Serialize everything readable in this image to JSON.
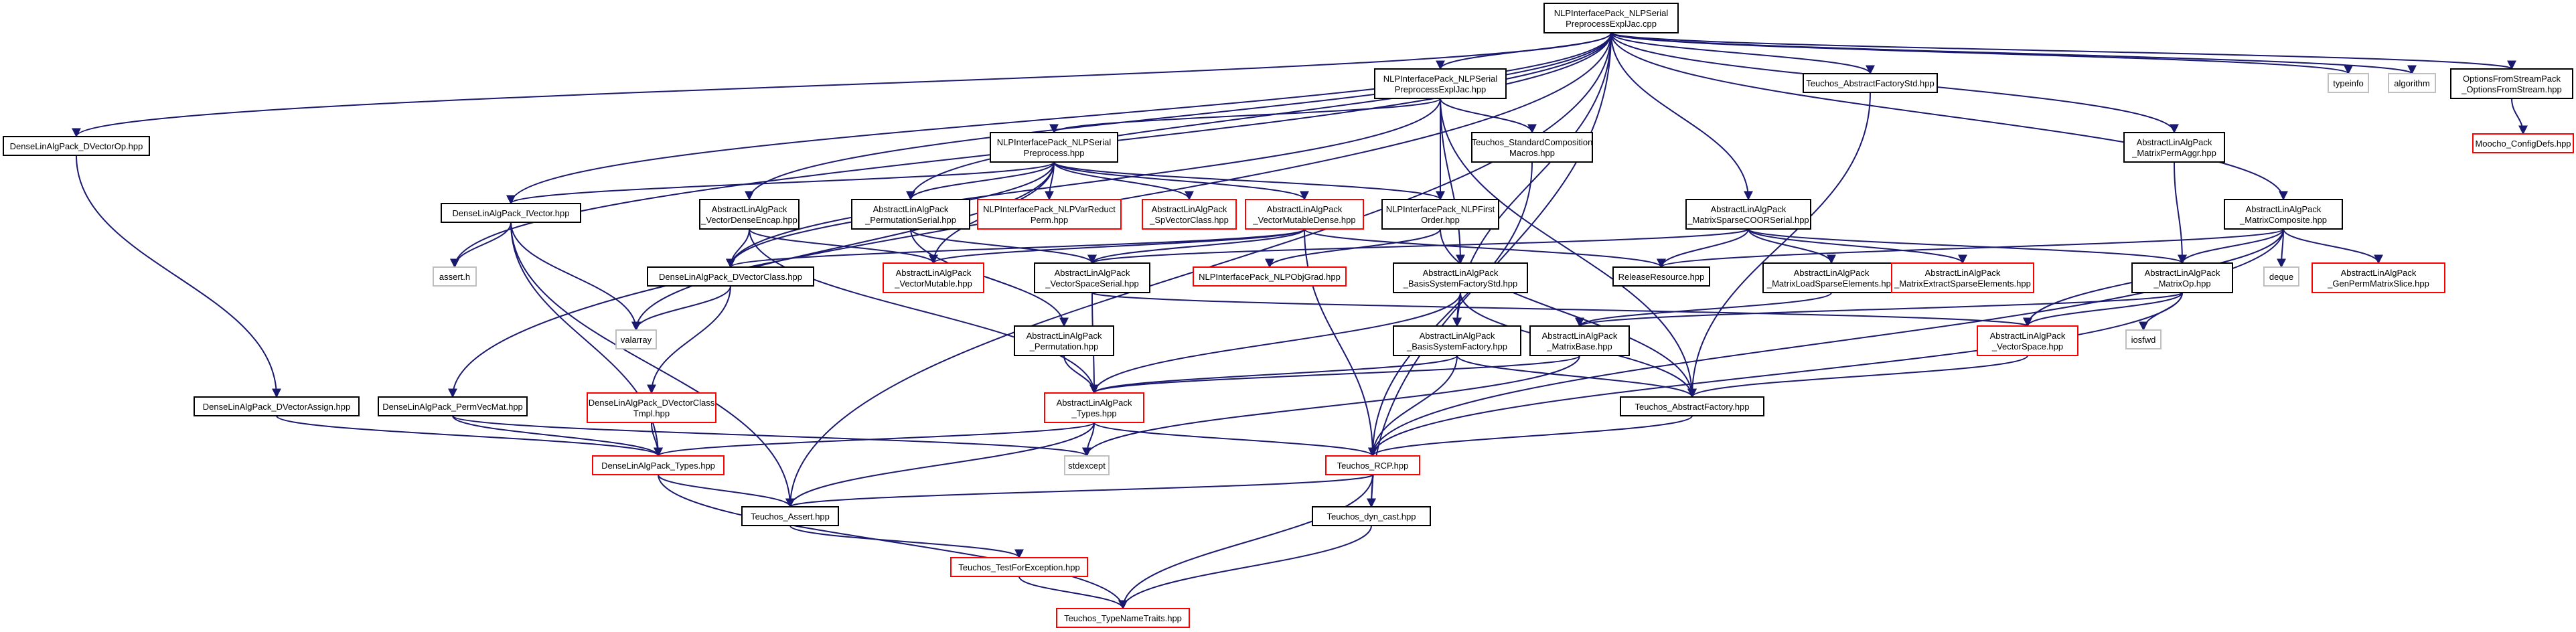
{
  "colors": {
    "edge": "#191970",
    "border_normal": "#000000",
    "border_missing": "#ff0000",
    "border_external": "#bfbfbf",
    "root_fill": "#bfbfbf"
  },
  "nodes": [
    {
      "id": "root",
      "lines": [
        "NLPInterfacePack_NLPSerial",
        "PreprocessExplJac.cpp"
      ],
      "kind": "root"
    },
    {
      "id": "npe_hpp",
      "lines": [
        "NLPInterfacePack_NLPSerial",
        "PreprocessExplJac.hpp"
      ],
      "kind": "normal"
    },
    {
      "id": "tafs",
      "lines": [
        "Teuchos_AbstractFactoryStd.hpp"
      ],
      "kind": "normal"
    },
    {
      "id": "typeinfo",
      "lines": [
        "typeinfo"
      ],
      "kind": "external"
    },
    {
      "id": "algorithm",
      "lines": [
        "algorithm"
      ],
      "kind": "external"
    },
    {
      "id": "ofsp",
      "lines": [
        "OptionsFromStreamPack",
        "_OptionsFromStream.hpp"
      ],
      "kind": "normal"
    },
    {
      "id": "moocho",
      "lines": [
        "Moocho_ConfigDefs.hpp"
      ],
      "kind": "missing"
    },
    {
      "id": "dvop",
      "lines": [
        "DenseLinAlgPack_DVectorOp.hpp"
      ],
      "kind": "normal"
    },
    {
      "id": "nps_hpp",
      "lines": [
        "NLPInterfacePack_NLPSerial",
        "Preprocess.hpp"
      ],
      "kind": "normal"
    },
    {
      "id": "tscm",
      "lines": [
        "Teuchos_StandardComposition",
        "Macros.hpp"
      ],
      "kind": "normal"
    },
    {
      "id": "mpa",
      "lines": [
        "AbstractLinAlgPack",
        "_MatrixPermAggr.hpp"
      ],
      "kind": "normal"
    },
    {
      "id": "ivector",
      "lines": [
        "DenseLinAlgPack_IVector.hpp"
      ],
      "kind": "normal"
    },
    {
      "id": "vde",
      "lines": [
        "AbstractLinAlgPack",
        "_VectorDenseEncap.hpp"
      ],
      "kind": "normal"
    },
    {
      "id": "permser",
      "lines": [
        "AbstractLinAlgPack",
        "_PermutationSerial.hpp"
      ],
      "kind": "normal"
    },
    {
      "id": "nvrp",
      "lines": [
        "NLPInterfacePack_NLPVarReduct",
        "Perm.hpp"
      ],
      "kind": "missing"
    },
    {
      "id": "spvc",
      "lines": [
        "AbstractLinAlgPack",
        "_SpVectorClass.hpp"
      ],
      "kind": "missing"
    },
    {
      "id": "vmd",
      "lines": [
        "AbstractLinAlgPack",
        "_VectorMutableDense.hpp"
      ],
      "kind": "missing"
    },
    {
      "id": "nfo",
      "lines": [
        "NLPInterfacePack_NLPFirst",
        "Order.hpp"
      ],
      "kind": "normal"
    },
    {
      "id": "msc",
      "lines": [
        "AbstractLinAlgPack",
        "_MatrixSparseCOORSerial.hpp"
      ],
      "kind": "normal"
    },
    {
      "id": "mcomp",
      "lines": [
        "AbstractLinAlgPack",
        "_MatrixComposite.hpp"
      ],
      "kind": "normal"
    },
    {
      "id": "asserth",
      "lines": [
        "assert.h"
      ],
      "kind": "external"
    },
    {
      "id": "dvclass",
      "lines": [
        "DenseLinAlgPack_DVectorClass.hpp"
      ],
      "kind": "normal"
    },
    {
      "id": "vmut",
      "lines": [
        "AbstractLinAlgPack",
        "_VectorMutable.hpp"
      ],
      "kind": "missing"
    },
    {
      "id": "vss",
      "lines": [
        "AbstractLinAlgPack",
        "_VectorSpaceSerial.hpp"
      ],
      "kind": "normal"
    },
    {
      "id": "nog",
      "lines": [
        "NLPInterfacePack_NLPObjGrad.hpp"
      ],
      "kind": "missing"
    },
    {
      "id": "bsfs",
      "lines": [
        "AbstractLinAlgPack",
        "_BasisSystemFactoryStd.hpp"
      ],
      "kind": "normal"
    },
    {
      "id": "relres",
      "lines": [
        "ReleaseResource.hpp"
      ],
      "kind": "normal"
    },
    {
      "id": "mlse",
      "lines": [
        "AbstractLinAlgPack",
        "_MatrixLoadSparseElements.hpp"
      ],
      "kind": "normal"
    },
    {
      "id": "mese",
      "lines": [
        "AbstractLinAlgPack",
        "_MatrixExtractSparseElements.hpp"
      ],
      "kind": "missing"
    },
    {
      "id": "matop",
      "lines": [
        "AbstractLinAlgPack",
        "_MatrixOp.hpp"
      ],
      "kind": "normal"
    },
    {
      "id": "deque",
      "lines": [
        "deque"
      ],
      "kind": "external"
    },
    {
      "id": "gpms",
      "lines": [
        "AbstractLinAlgPack",
        "_GenPermMatrixSlice.hpp"
      ],
      "kind": "missing"
    },
    {
      "id": "valarray",
      "lines": [
        "valarray"
      ],
      "kind": "external"
    },
    {
      "id": "perm",
      "lines": [
        "AbstractLinAlgPack",
        "_Permutation.hpp"
      ],
      "kind": "normal"
    },
    {
      "id": "bsf",
      "lines": [
        "AbstractLinAlgPack",
        "_BasisSystemFactory.hpp"
      ],
      "kind": "normal"
    },
    {
      "id": "mbase",
      "lines": [
        "AbstractLinAlgPack",
        "_MatrixBase.hpp"
      ],
      "kind": "normal"
    },
    {
      "id": "vspace",
      "lines": [
        "AbstractLinAlgPack",
        "_VectorSpace.hpp"
      ],
      "kind": "missing"
    },
    {
      "id": "iosfwd",
      "lines": [
        "iosfwd"
      ],
      "kind": "external"
    },
    {
      "id": "dvct",
      "lines": [
        "DenseLinAlgPack_DVectorClass",
        "Tmpl.hpp"
      ],
      "kind": "missing"
    },
    {
      "id": "ala_types",
      "lines": [
        "AbstractLinAlgPack",
        "_Types.hpp"
      ],
      "kind": "missing"
    },
    {
      "id": "taf",
      "lines": [
        "Teuchos_AbstractFactory.hpp"
      ],
      "kind": "normal"
    },
    {
      "id": "dvassign",
      "lines": [
        "DenseLinAlgPack_DVectorAssign.hpp"
      ],
      "kind": "normal"
    },
    {
      "id": "pvm",
      "lines": [
        "DenseLinAlgPack_PermVecMat.hpp"
      ],
      "kind": "normal"
    },
    {
      "id": "stdexcept",
      "lines": [
        "stdexcept"
      ],
      "kind": "external"
    },
    {
      "id": "dla_types",
      "lines": [
        "DenseLinAlgPack_Types.hpp"
      ],
      "kind": "missing"
    },
    {
      "id": "rcp",
      "lines": [
        "Teuchos_RCP.hpp"
      ],
      "kind": "missing"
    },
    {
      "id": "tassert",
      "lines": [
        "Teuchos_Assert.hpp"
      ],
      "kind": "normal"
    },
    {
      "id": "tdc",
      "lines": [
        "Teuchos_dyn_cast.hpp"
      ],
      "kind": "normal"
    },
    {
      "id": "ttfe",
      "lines": [
        "Teuchos_TestForException.hpp"
      ],
      "kind": "missing"
    },
    {
      "id": "ttnt",
      "lines": [
        "Teuchos_TypeNameTraits.hpp"
      ],
      "kind": "missing"
    }
  ],
  "edges": [
    [
      "root",
      "npe_hpp"
    ],
    [
      "root",
      "tafs"
    ],
    [
      "root",
      "typeinfo"
    ],
    [
      "root",
      "algorithm"
    ],
    [
      "root",
      "ofsp"
    ],
    [
      "root",
      "dvop"
    ],
    [
      "root",
      "ivector"
    ],
    [
      "root",
      "vde"
    ],
    [
      "root",
      "permser"
    ],
    [
      "root",
      "msc"
    ],
    [
      "root",
      "mcomp"
    ],
    [
      "root",
      "mpa"
    ],
    [
      "root",
      "bsf"
    ],
    [
      "root",
      "tassert"
    ],
    [
      "root",
      "tdc"
    ],
    [
      "root",
      "pvm"
    ],
    [
      "root",
      "asserth"
    ],
    [
      "npe_hpp",
      "nps_hpp"
    ],
    [
      "npe_hpp",
      "tscm"
    ],
    [
      "npe_hpp",
      "bsfs"
    ],
    [
      "npe_hpp",
      "dvclass"
    ],
    [
      "npe_hpp",
      "nfo"
    ],
    [
      "npe_hpp",
      "taf"
    ],
    [
      "nps_hpp",
      "ivector"
    ],
    [
      "nps_hpp",
      "nvrp"
    ],
    [
      "nps_hpp",
      "spvc"
    ],
    [
      "nps_hpp",
      "vmd"
    ],
    [
      "nps_hpp",
      "nfo"
    ],
    [
      "nps_hpp",
      "permser"
    ],
    [
      "nps_hpp",
      "dvclass"
    ],
    [
      "nps_hpp",
      "valarray"
    ],
    [
      "nps_hpp",
      "vmut"
    ],
    [
      "tscm",
      "rcp"
    ],
    [
      "tafs",
      "taf"
    ],
    [
      "ofsp",
      "moocho"
    ],
    [
      "dvop",
      "dvassign"
    ],
    [
      "mpa",
      "matop"
    ],
    [
      "ivector",
      "asserth"
    ],
    [
      "ivector",
      "valarray"
    ],
    [
      "ivector",
      "dla_types"
    ],
    [
      "ivector",
      "tassert"
    ],
    [
      "vde",
      "dvclass"
    ],
    [
      "vde",
      "vmut"
    ],
    [
      "vde",
      "ala_types"
    ],
    [
      "permser",
      "vss"
    ],
    [
      "permser",
      "perm"
    ],
    [
      "vmd",
      "vss"
    ],
    [
      "vmd",
      "dvclass"
    ],
    [
      "vmd",
      "vmut"
    ],
    [
      "vmd",
      "relres"
    ],
    [
      "vmd",
      "rcp"
    ],
    [
      "nfo",
      "nog"
    ],
    [
      "nfo",
      "taf"
    ],
    [
      "msc",
      "vss"
    ],
    [
      "msc",
      "relres"
    ],
    [
      "msc",
      "mlse"
    ],
    [
      "msc",
      "mese"
    ],
    [
      "msc",
      "matop"
    ],
    [
      "mcomp",
      "relres"
    ],
    [
      "mcomp",
      "matop"
    ],
    [
      "mcomp",
      "deque"
    ],
    [
      "mcomp",
      "gpms"
    ],
    [
      "mcomp",
      "vspace"
    ],
    [
      "mcomp",
      "rcp"
    ],
    [
      "dvclass",
      "valarray"
    ],
    [
      "dvclass",
      "dvct"
    ],
    [
      "vss",
      "ala_types"
    ],
    [
      "vss",
      "vspace"
    ],
    [
      "bsfs",
      "bsf"
    ],
    [
      "bsfs",
      "ala_types"
    ],
    [
      "bsfs",
      "taf"
    ],
    [
      "mlse",
      "mbase"
    ],
    [
      "matop",
      "mbase"
    ],
    [
      "matop",
      "iosfwd"
    ],
    [
      "matop",
      "vspace"
    ],
    [
      "matop",
      "rcp"
    ],
    [
      "perm",
      "ala_types"
    ],
    [
      "bsf",
      "ala_types"
    ],
    [
      "bsf",
      "taf"
    ],
    [
      "bsf",
      "rcp"
    ],
    [
      "mbase",
      "ala_types"
    ],
    [
      "mbase",
      "stdexcept"
    ],
    [
      "vspace",
      "taf"
    ],
    [
      "dvct",
      "dla_types"
    ],
    [
      "ala_types",
      "dla_types"
    ],
    [
      "ala_types",
      "stdexcept"
    ],
    [
      "ala_types",
      "rcp"
    ],
    [
      "ala_types",
      "tassert"
    ],
    [
      "taf",
      "rcp"
    ],
    [
      "dvassign",
      "dla_types"
    ],
    [
      "pvm",
      "dla_types"
    ],
    [
      "pvm",
      "stdexcept"
    ],
    [
      "dla_types",
      "tassert"
    ],
    [
      "dla_types",
      "ttnt"
    ],
    [
      "rcp",
      "tassert"
    ],
    [
      "rcp",
      "tdc"
    ],
    [
      "rcp",
      "ttnt"
    ],
    [
      "tassert",
      "ttfe"
    ],
    [
      "tdc",
      "ttnt"
    ],
    [
      "ttfe",
      "ttnt"
    ]
  ]
}
